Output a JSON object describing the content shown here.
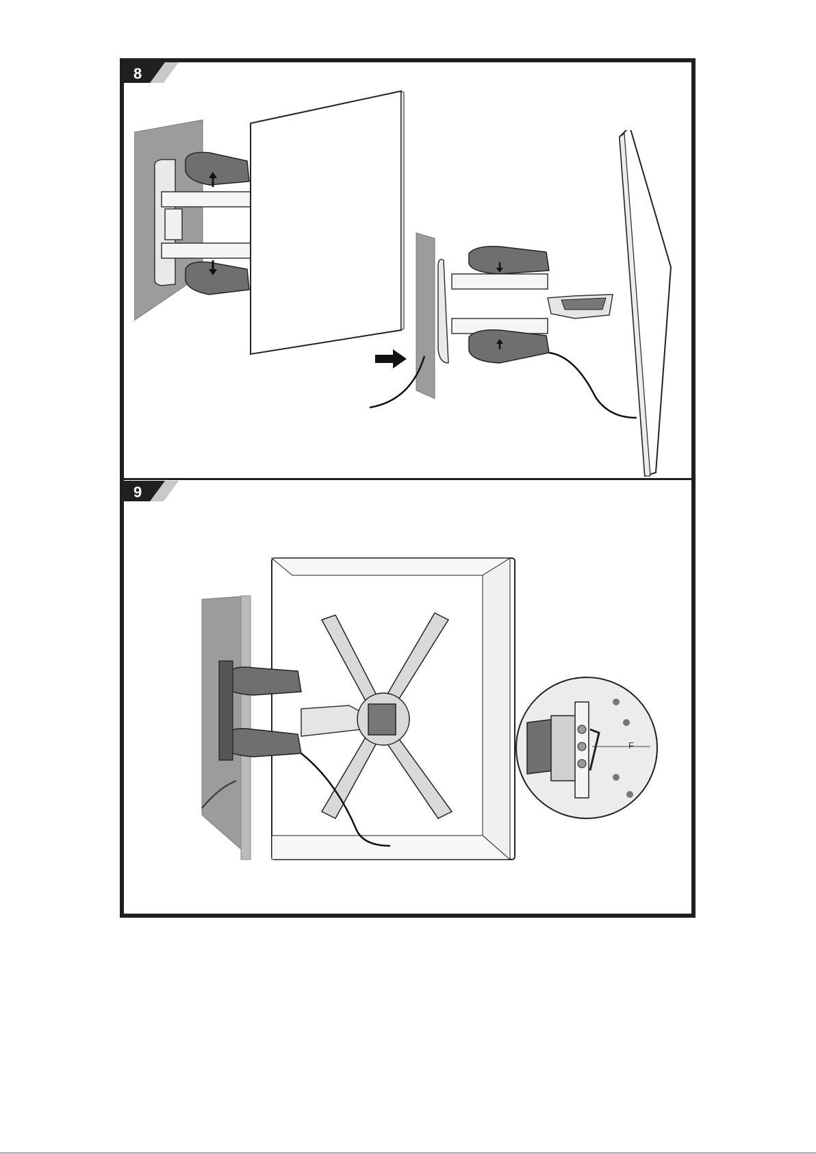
{
  "steps": [
    {
      "number": "8"
    },
    {
      "number": "9"
    }
  ],
  "detail_callout": {
    "label": "F"
  },
  "colors": {
    "frame": "#1f1f1f",
    "wall": "#9c9c9c",
    "bracket_dark": "#6f6f6f",
    "tab_accent": "#c8c8c8"
  },
  "icons": [
    "direction-arrow-icon",
    "up-arrow-icon",
    "down-arrow-icon"
  ]
}
